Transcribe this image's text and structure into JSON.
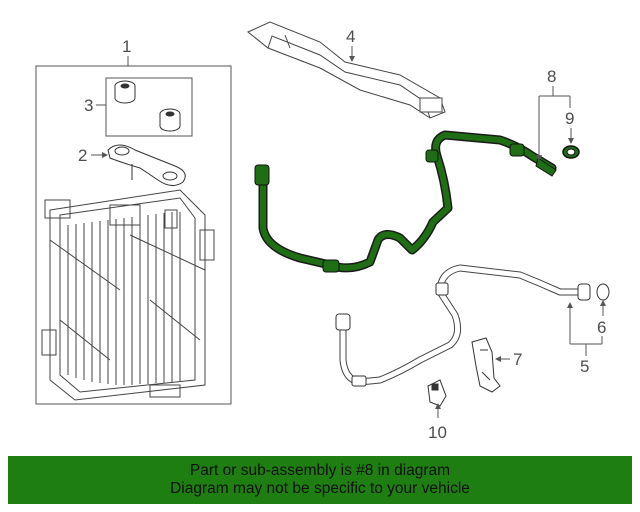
{
  "callouts": {
    "c1": "1",
    "c2": "2",
    "c3": "3",
    "c4": "4",
    "c5": "5",
    "c6": "6",
    "c7": "7",
    "c8": "8",
    "c9": "9",
    "c10": "10"
  },
  "highlight_color": "#1f6e15",
  "banner": {
    "line1": "Part or sub-assembly is #8 in diagram",
    "line2": "Diagram may not be specific to your vehicle",
    "background": "#1e7e12"
  }
}
